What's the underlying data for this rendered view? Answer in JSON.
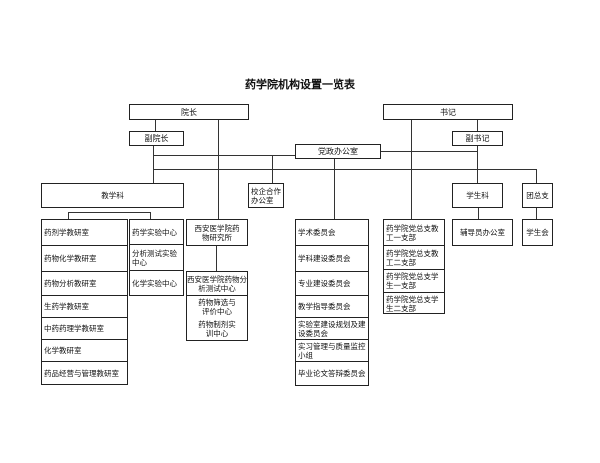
{
  "title": "药学院机构设置一览表",
  "top": {
    "dean": "院长",
    "secretary": "书记"
  },
  "second": {
    "vice_dean": "副院长",
    "vice_secretary": "副书记",
    "party_office": "党政办公室"
  },
  "departments": {
    "teaching": "教学科",
    "enterprise_office": "校企合作办公室",
    "student_affairs": "学生科",
    "youth_league": "团总支"
  },
  "teaching_sections": [
    "药剂学教研室",
    "药物化学教研室",
    "药物分析教研室",
    "生药学教研室",
    "中药药理学教研室",
    "化学教研室",
    "药品经营与管理教研室"
  ],
  "lab_centers": [
    "药学实验中心",
    "分析测试实验中心",
    "化学实验中心"
  ],
  "institute": "西安医学院药物研究所",
  "institute_units": [
    "西安医学院药物分析测试中心",
    "药物筛选与评价中心",
    "药物制剂实训中心"
  ],
  "committees": [
    "学术委员会",
    "学科建设委员会",
    "专业建设委员会",
    "教学指导委员会",
    "实验室建设规划及建设委员会",
    "实习管理与质量监控小组",
    "毕业论文答辩委员会"
  ],
  "party_branches": [
    "药学院党总支教工一支部",
    "药学院党总支教工二支部",
    "药学院党总支学生一支部",
    "药学院党总支学生二支部"
  ],
  "counselor_office": "辅导员办公室",
  "student_union": "学生会"
}
